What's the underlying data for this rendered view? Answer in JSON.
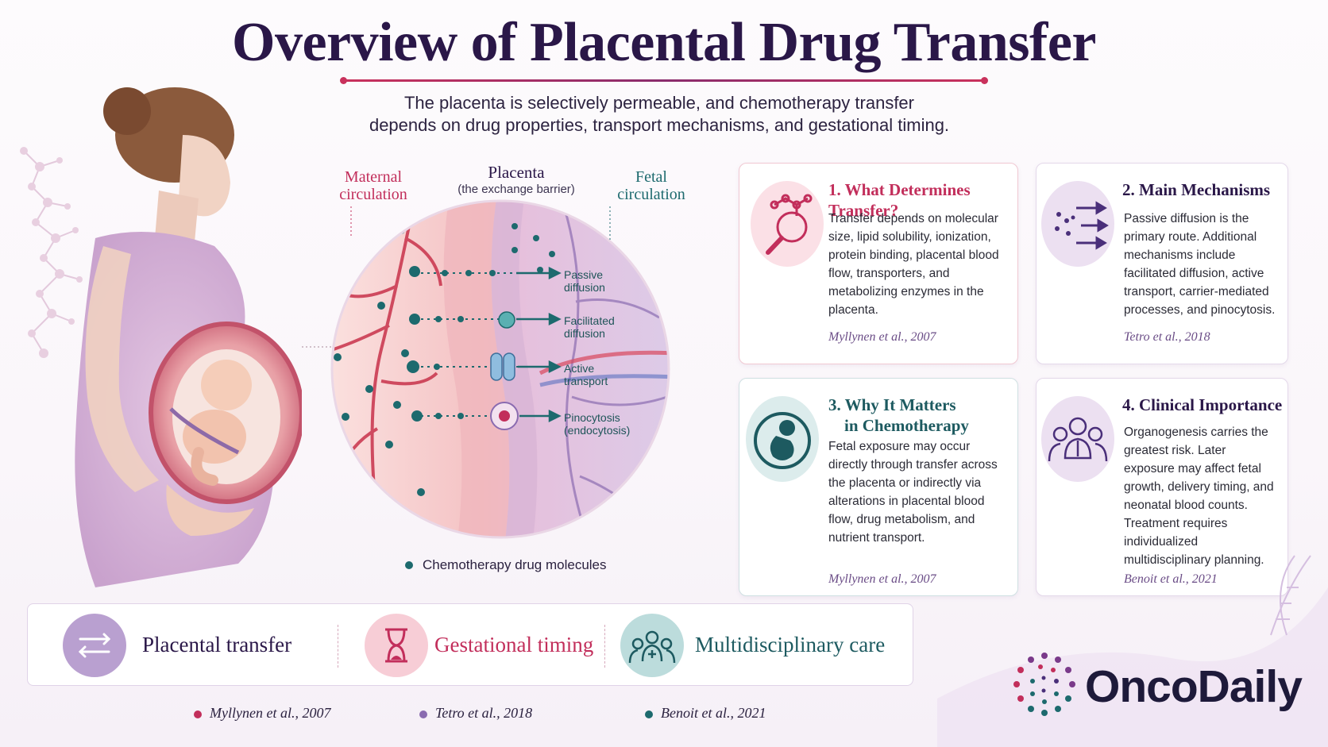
{
  "title": "Overview of Placental Drug Transfer",
  "subtitle_line1": "The placenta is selectively permeable, and chemotherapy transfer",
  "subtitle_line2": "depends on drug properties, transport mechanisms, and gestational timing.",
  "diagram": {
    "maternal_line1": "Maternal",
    "maternal_line2": "circulation",
    "placenta": "Placenta",
    "placenta_sub": "(the exchange barrier)",
    "fetal_line1": "Fetal",
    "fetal_line2": "circulation",
    "mechanisms": [
      {
        "line1": "Passive",
        "line2": "diffusion"
      },
      {
        "line1": "Facilitated",
        "line2": "diffusion"
      },
      {
        "line1": "Active",
        "line2": "transport"
      },
      {
        "line1": "Pinocytosis",
        "line2": "(endocytosis)"
      }
    ],
    "legend": "Chemotherapy drug molecules"
  },
  "cards": [
    {
      "title": "1. What Determines Transfer?",
      "body": "Transfer depends on molecular size, lipid solubility, ionization, protein binding, placental blood flow, transporters, and metabolizing enzymes in the placenta.",
      "ref": "Myllynen et al., 2007",
      "icon": "molecule-magnifier-icon"
    },
    {
      "title": "2. Main Mechanisms",
      "body": "Passive diffusion is the primary route. Additional mechanisms include facilitated diffusion, active transport, carrier-mediated processes, and pinocytosis.",
      "ref": "Tetro et al., 2018",
      "icon": "arrows-particles-icon"
    },
    {
      "title_line1": "3. Why It Matters",
      "title_line2": "in Chemotherapy",
      "body": "Fetal exposure may occur directly through transfer across the placenta or indirectly via alterations in placental blood flow, drug metabolism, and nutrient transport.",
      "ref": "Myllynen et al., 2007",
      "icon": "fetus-icon"
    },
    {
      "title": "4. Clinical Importance",
      "body": "Organogenesis carries the greatest risk. Later exposure may affect fetal growth, delivery timing, and neonatal blood counts. Treatment requires individualized multidisciplinary planning.",
      "ref": "Benoit et al., 2021",
      "icon": "care-team-icon"
    }
  ],
  "banner": [
    {
      "label": "Placental transfer",
      "icon": "exchange-arrows-icon"
    },
    {
      "label": "Gestational timing",
      "icon": "hourglass-icon"
    },
    {
      "label": "Multidisciplinary care",
      "icon": "care-team-icon"
    }
  ],
  "references": [
    {
      "text": "Myllynen et al., 2007",
      "color": "#c22e5b"
    },
    {
      "text": "Tetro et al., 2018",
      "color": "#8a6bb0"
    },
    {
      "text": "Benoit et al., 2021",
      "color": "#1d6a6e"
    }
  ],
  "logo": "OncoDaily",
  "colors": {
    "navy": "#2a1748",
    "crimson": "#c22e5b",
    "teal": "#1d6a6e",
    "lavender": "#8a6bb0"
  }
}
